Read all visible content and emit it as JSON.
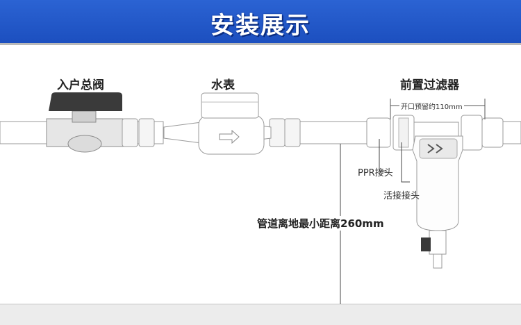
{
  "header": {
    "title": "安装展示"
  },
  "labels": {
    "valve": "入户总阀",
    "meter": "水表",
    "prefilter": "前置过滤器",
    "dimension": "开口预留约110mm",
    "ppr_joint": "PPR接头",
    "union_joint": "活接接头",
    "floor_gap": "管道离地最小距离260mm"
  },
  "colors": {
    "banner": "#2153c6",
    "pipe": "#ffffff",
    "outline": "#9a9a9a",
    "valve_handle": "#3a3a3a"
  }
}
